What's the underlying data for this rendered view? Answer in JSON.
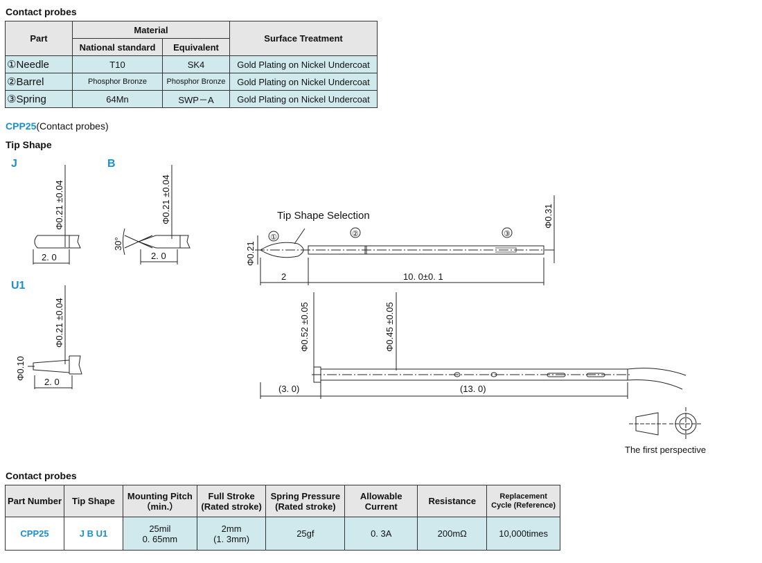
{
  "material_table": {
    "title": "Contact probes",
    "headers": {
      "part": "Part",
      "material": "Material",
      "national": "National standard",
      "equivalent": "Equivalent",
      "surface": "Surface Treatment"
    },
    "rows": [
      {
        "part": "①Needle",
        "national": "T10",
        "equivalent": "SK4",
        "surface": "Gold Plating on Nickel Undercoat"
      },
      {
        "part": "②Barrel",
        "national": "Phosphor Bronze",
        "equivalent": "Phosphor Bronze",
        "surface": "Gold Plating on Nickel Undercoat"
      },
      {
        "part": "③Spring",
        "national": "64Mn",
        "equivalent": "SWP－A",
        "surface": "Gold Plating on Nickel Undercoat"
      }
    ]
  },
  "product": {
    "code": "CPP25",
    "desc": "(Contact probes)"
  },
  "tip_shape": {
    "title": "Tip Shape",
    "j_label": "J",
    "b_label": "B",
    "u1_label": "U1",
    "dia": "Φ0.21 ±0.04",
    "len": "2. 0",
    "angle": "30°",
    "u1_small": "Φ0.10"
  },
  "drawing": {
    "selection": "Tip Shape Selection",
    "c1": "①",
    "c2": "②",
    "c3": "③",
    "phi021": "Φ0.21",
    "phi031": "Φ0.31",
    "dim2": "2",
    "dim10": "10. 0±0. 1",
    "phi052": "Φ0.52 ±0.05",
    "phi045": "Φ0.45 ±0.05",
    "dim3": "(3. 0)",
    "dim13": "(13. 0)",
    "perspective": "The first perspective"
  },
  "spec_table": {
    "title": "Contact probes",
    "headers": [
      "Part Number",
      "Tip Shape",
      "Mounting Pitch\n（min.）",
      "Full Stroke\n(Rated stroke)",
      "Spring Pressure\n(Rated stroke)",
      "Allowable\nCurrent",
      "Resistance",
      "Replacement\nCycle (Reference)"
    ],
    "row": {
      "part": "CPP25",
      "tip": "J B U1",
      "pitch1": "25mil",
      "pitch2": "0. 65mm",
      "stroke1": "2mm",
      "stroke2": "(1. 3mm)",
      "pressure": "25gf",
      "current": "0. 3A",
      "resistance": "200mΩ",
      "cycle": "10,000times"
    }
  },
  "colors": {
    "accent": "#1a8fd0",
    "cell": "#cfe9ec",
    "header": "#e6e6e6"
  }
}
